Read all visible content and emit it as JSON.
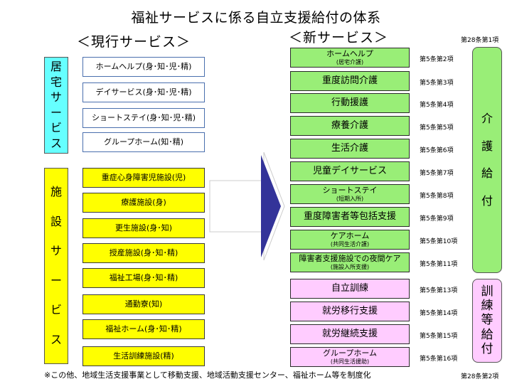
{
  "title": "福祉サービスに係る自立支援給付の体系",
  "current_header": "＜現行サービス＞",
  "new_header": "＜新サービス＞",
  "top_ref": "第28条第1項",
  "bottom_ref": "第28条第2項",
  "home_service_label": [
    "居",
    "宅",
    "サ",
    "ー",
    "ビ",
    "ス"
  ],
  "facility_service_label": [
    "施",
    "設",
    "サ",
    "ー",
    "ビ",
    "ス"
  ],
  "care_benefit_label": [
    "介",
    "護",
    "給",
    "付"
  ],
  "training_benefit_label": [
    "訓",
    "練",
    "等",
    "給",
    "付"
  ],
  "home_services": [
    "ホームヘルプ(身･知･児･精)",
    "デイサービス(身･知･児･精)",
    "ショートステイ(身･知･児･精)",
    "グループホーム(知･精)"
  ],
  "facility_services": [
    "重症心身障害児施設(児)",
    "療護施設(身)",
    "更生施設(身･知)",
    "授産施設(身･知･精)",
    "福祉工場(身･知･精)",
    "通勤寮(知)",
    "福祉ホーム(身･知･精)",
    "生活訓練施設(精)"
  ],
  "new_services": [
    {
      "label": "ホームヘルプ",
      "note": "(居宅介護)",
      "ref": "第5条第2項"
    },
    {
      "label": "重度訪問介護",
      "note": "",
      "ref": "第5条第3項"
    },
    {
      "label": "行動援護",
      "note": "",
      "ref": "第5条第4項"
    },
    {
      "label": "療養介護",
      "note": "",
      "ref": "第5条第5項"
    },
    {
      "label": "生活介護",
      "note": "",
      "ref": "第5条第6項"
    },
    {
      "label": "児童デイサービス",
      "note": "",
      "ref": "第5条第7項"
    },
    {
      "label": "ショートステイ",
      "note": "(短期入所)",
      "ref": "第5条第8項"
    },
    {
      "label": "重度障害者等包括支援",
      "note": "",
      "ref": "第5条第9項"
    },
    {
      "label": "ケアホーム",
      "note": "(共同生活介護)",
      "ref": "第5条第10項"
    },
    {
      "label": "障害者支援施設での夜間ケア",
      "note": "(施設入所支援)",
      "ref": "第5条第11項"
    },
    {
      "label": "自立訓練",
      "note": "",
      "ref": "第5条第13項"
    },
    {
      "label": "就労移行支援",
      "note": "",
      "ref": "第5条第14項"
    },
    {
      "label": "就労継続支援",
      "note": "",
      "ref": "第5条第15項"
    },
    {
      "label": "グループホーム",
      "note": "(共同生活援助)",
      "ref": "第5条第16項"
    }
  ],
  "footnote": "※この他、地域生活支援事業として移動支援、地域活動支援センター、福祉ホーム等を制度化"
}
